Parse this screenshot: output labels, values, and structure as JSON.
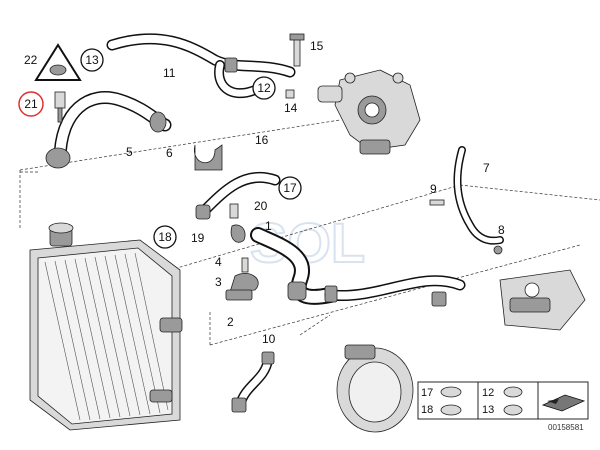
{
  "diagram": {
    "labels": {
      "p1": "1",
      "p2": "2",
      "p3": "3",
      "p4": "4",
      "p5": "5",
      "p6": "6",
      "p7": "7",
      "p8": "8",
      "p9": "9",
      "p10": "10",
      "p11": "11",
      "p12": "12",
      "p13": "13",
      "p14": "14",
      "p15": "15",
      "p16": "16",
      "p17": "17",
      "p18": "18",
      "p19": "19",
      "p20": "20",
      "p21": "21",
      "p22": "22"
    },
    "legend": {
      "a_top": "17",
      "a_bottom": "18",
      "b_top": "12",
      "b_bottom": "13"
    },
    "reference_number": "00158581",
    "watermark": "SOL",
    "highlight_color": "#e03030"
  }
}
